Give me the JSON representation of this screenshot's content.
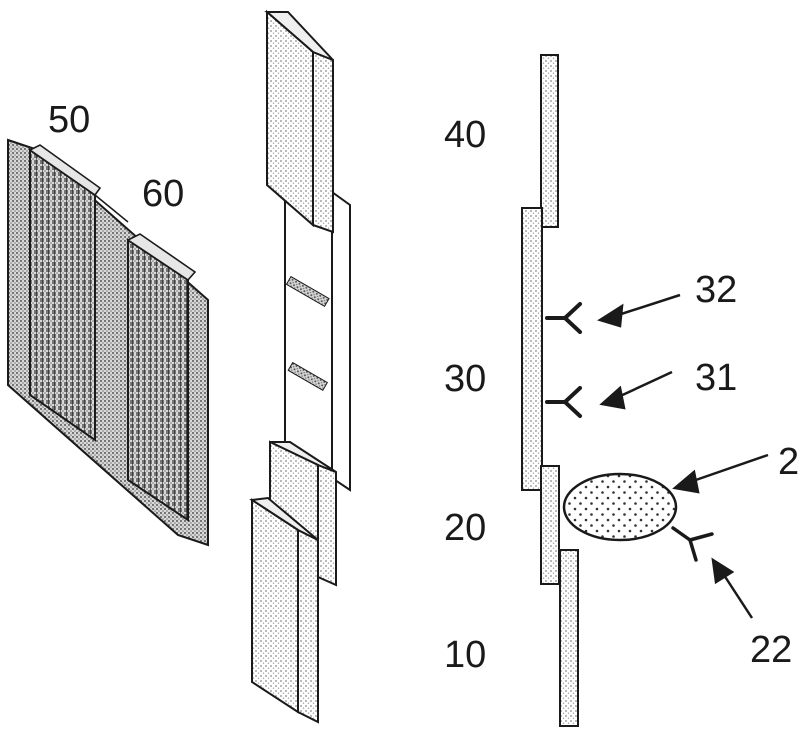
{
  "figure": {
    "labels": {
      "l50": "50",
      "l60": "60",
      "l40": "40",
      "l30": "30",
      "l20": "20",
      "l10": "10",
      "l32": "32",
      "l31": "31",
      "l21": "2",
      "l22": "22"
    },
    "colors": {
      "stroke": "#1a1a1a",
      "stipple": "#b8b8b8",
      "paper": "#ffffff"
    }
  }
}
